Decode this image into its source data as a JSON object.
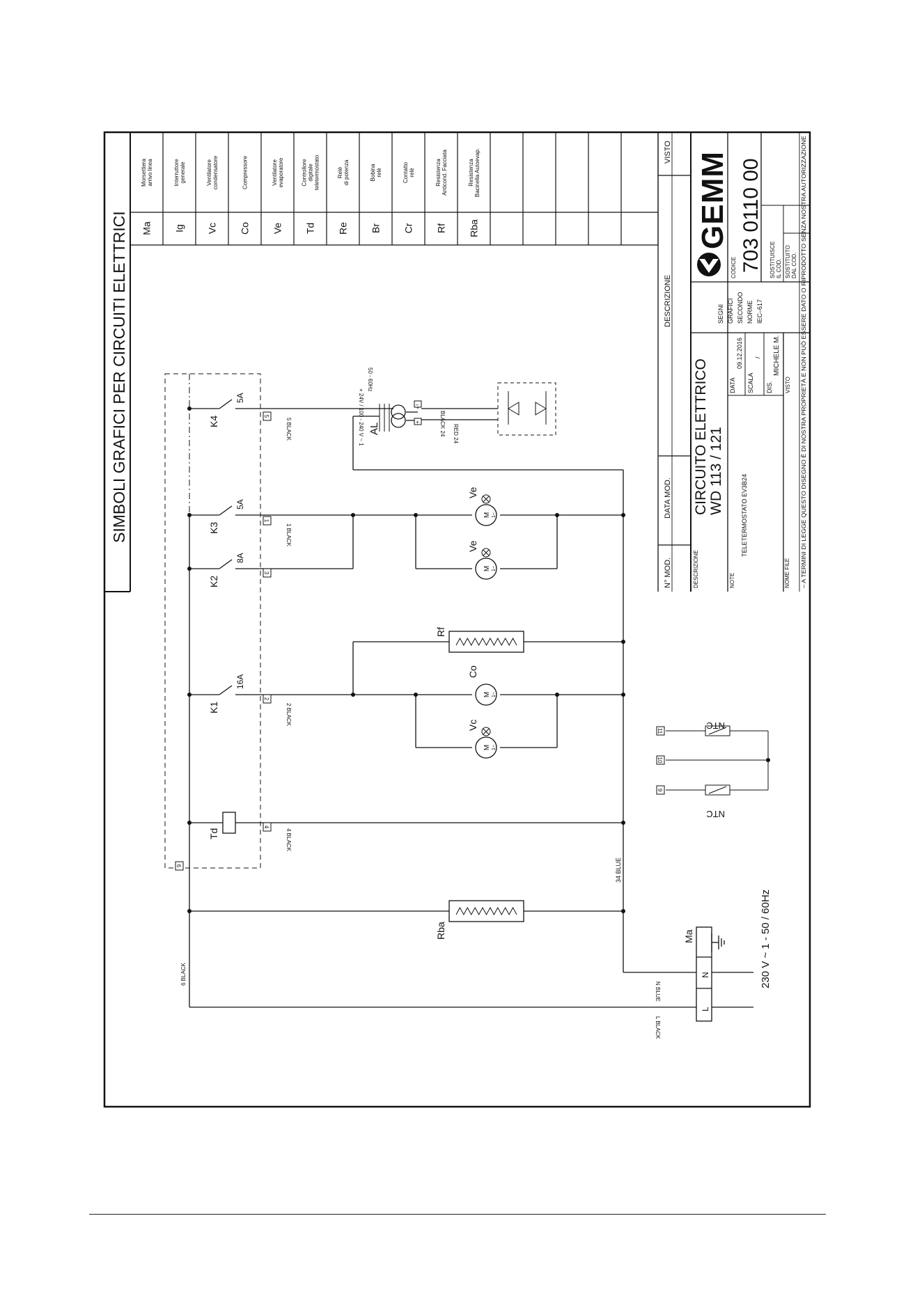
{
  "sheet_title": "SIMBOLI GRAFICI PER CIRCUITI  ELETTRICI",
  "legend": [
    {
      "code": "Ma",
      "desc": [
        "Morsettiera",
        "arrivo linea"
      ]
    },
    {
      "code": "Ig",
      "desc": [
        "Interruttore",
        "generale"
      ]
    },
    {
      "code": "Vc",
      "desc": [
        "Ventilatore",
        "condensatore"
      ]
    },
    {
      "code": "Co",
      "desc": [
        "Compressore"
      ]
    },
    {
      "code": "Ve",
      "desc": [
        "Ventilatore",
        "evaporatore"
      ]
    },
    {
      "code": "Td",
      "desc": [
        "Controllore",
        "digitale",
        "teletermostato"
      ]
    },
    {
      "code": "Re",
      "desc": [
        "Relè",
        "di potenza"
      ]
    },
    {
      "code": "Br",
      "desc": [
        "Bobina",
        "relè"
      ]
    },
    {
      "code": "Cr",
      "desc": [
        "Contatto",
        "relè"
      ]
    },
    {
      "code": "Rf",
      "desc": [
        "Resistenza",
        "Anticond. Facciata"
      ]
    },
    {
      "code": "Rba",
      "desc": [
        "Resistenza",
        "Bacinella Autoevap."
      ]
    }
  ],
  "revision_table": {
    "headers": [
      "N° MOD.",
      "DATA MOD.",
      "DESCRIZIONE",
      "VISTO"
    ]
  },
  "title_block": {
    "descrizione_label": "DESCRIZIONE",
    "title_line1": "CIRCUITO   ELETTRICO",
    "title_line2": "WD   113   / 121",
    "note_label": "NOTE",
    "note_value": "TELETERMOSTATO EV3B24",
    "nome_file_label": "NOME FILE",
    "data_label": "DATA",
    "data_value": "09.12.2016",
    "scala_label": "SCALA",
    "scala_value": "/",
    "dis_label": "DIS.",
    "dis_value": "MICHELE M.",
    "visto_label": "VISTO",
    "segni_lines": [
      "SEGNI",
      "GRAFICI",
      "SECONDO",
      "NORME",
      "IEC–617"
    ],
    "codice_label": "CODICE",
    "codice_value": "703 0110 00",
    "sostituisce_label": [
      "SOSTITUISCE",
      "IL COD."
    ],
    "sostituito_label": [
      "SOSTITUITO",
      "DAL COD."
    ],
    "logo_text": "GEMM",
    "legal_notice": "– A TERMINI DI LEGGE QUESTO DISEGNO È DI NOSTRA PROPRIETÀ E NON PUÒ ESSERE DATO O RIPRODOTTO SENZA NOSTRA AUTORIZZAZIONE"
  },
  "schematic": {
    "supply": "230 V  ~  1 - 50 / 60Hz",
    "terminal_block": "Ma",
    "terminals": [
      "L",
      "N"
    ],
    "wires": {
      "l_black": "L BLACK",
      "n_blue": "N BLUE",
      "six_black": "6 BLACK",
      "thirtyfour_blue": "34 BLUE",
      "four_black": "4 BLACK",
      "two_black": "2 BLACK",
      "one_black": "1 BLACK",
      "five_black": "5 BLACK",
      "black24": "BLACK 24",
      "red24": "RED 24"
    },
    "relays": [
      {
        "name": "K1",
        "rating": "16A"
      },
      {
        "name": "K2",
        "rating": "8A"
      },
      {
        "name": "K3",
        "rating": "5A"
      },
      {
        "name": "K4",
        "rating": "5A"
      }
    ],
    "controller": "Td",
    "heaters": [
      "Rba",
      "Rf"
    ],
    "motors": [
      "Vc",
      "Co",
      "Ve",
      "Ve"
    ],
    "motor_symbol": "M",
    "motor_phase": "1~",
    "power_supply": {
      "name": "AL",
      "spec_line1": "+ 24V / 100 - 240 V ~ 1",
      "spec_line2": "50 - 60Hz",
      "minus": "–",
      "plus": "+"
    },
    "sensors": [
      "NTC",
      "NTC"
    ],
    "terminal_numbers": [
      "1",
      "2",
      "3",
      "4",
      "5",
      "6",
      "9",
      "10",
      "11"
    ]
  }
}
